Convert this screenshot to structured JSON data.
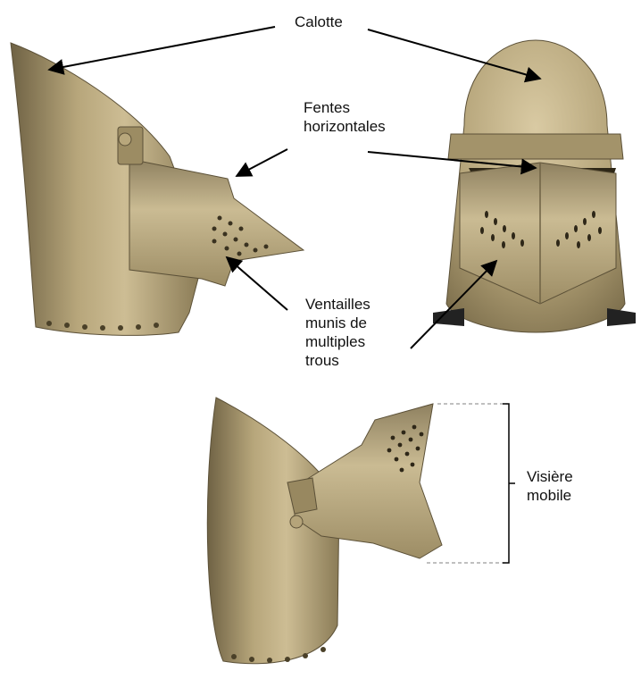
{
  "labels": {
    "calotte": "Calotte",
    "fentes": "Fentes\nhorizontales",
    "ventailles": "Ventailles\nmunis de\nmultiples\ntrous",
    "visiere": "Visière\nmobile"
  },
  "colors": {
    "metal_light": "#c9b88f",
    "metal_mid": "#a8976b",
    "metal_dark": "#6f6244",
    "arrow": "#000000",
    "guide": "#9a9a9a"
  }
}
